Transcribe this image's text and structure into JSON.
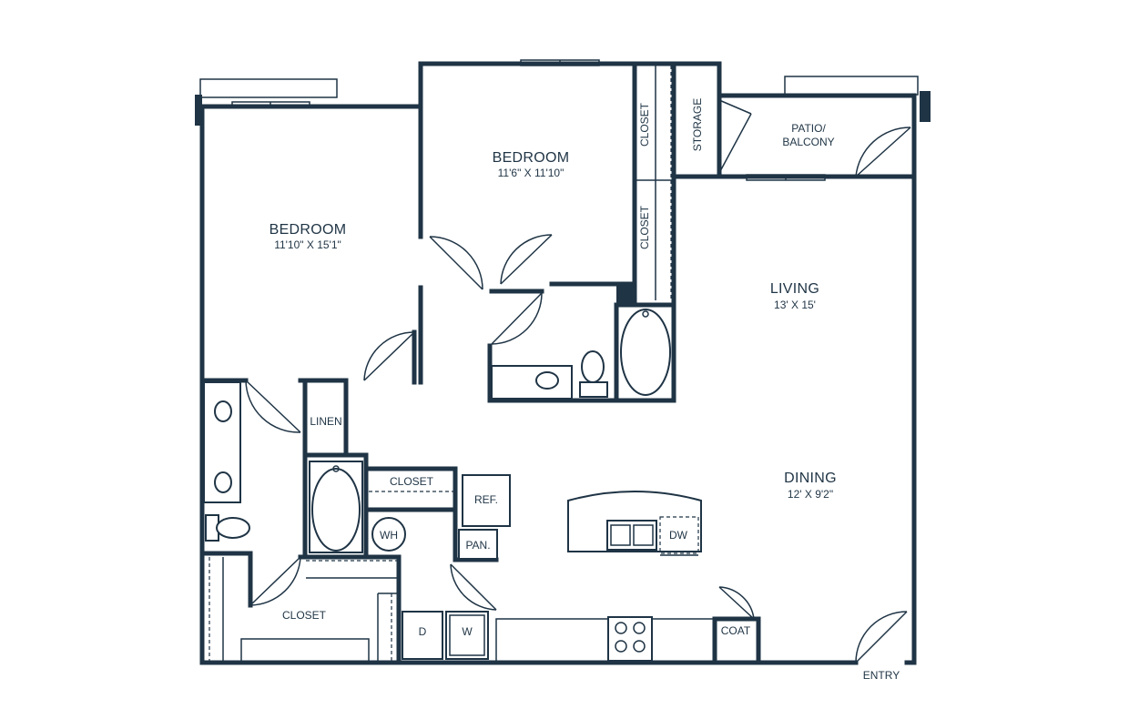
{
  "rooms": {
    "bedroom1": {
      "name": "BEDROOM",
      "dims": "11'10\" X 15'1\""
    },
    "bedroom2": {
      "name": "BEDROOM",
      "dims": "11'6\" X 11'10\""
    },
    "living": {
      "name": "LIVING",
      "dims": "13' X 15'"
    },
    "dining": {
      "name": "DINING",
      "dims": "12' X 9'2\""
    }
  },
  "labels": {
    "closet_upper": "CLOSET",
    "closet_lower": "CLOSET",
    "storage": "STORAGE",
    "patio_line1": "PATIO/",
    "patio_line2": "BALCONY",
    "linen": "LINEN",
    "closet_hall": "CLOSET",
    "closet_master": "CLOSET",
    "wh": "WH",
    "ref": "REF.",
    "pan": "PAN.",
    "dw": "DW",
    "dryer": "D",
    "washer": "W",
    "coat": "COAT",
    "entry": "ENTRY"
  },
  "colors": {
    "wall": "#1f3445",
    "background": "#ffffff"
  }
}
